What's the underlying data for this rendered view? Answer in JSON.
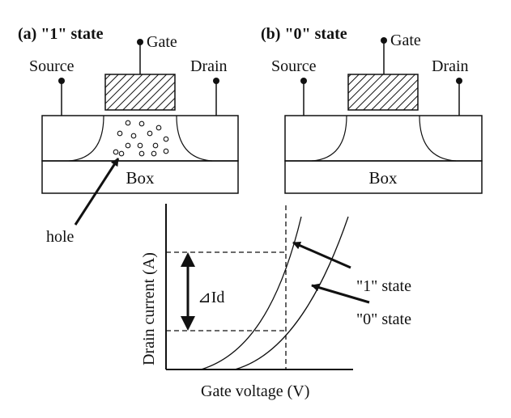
{
  "panel_a": {
    "label": "(a) \"1\" state",
    "gate": "Gate",
    "source": "Source",
    "drain": "Drain",
    "box": "Box",
    "hole": "hole"
  },
  "panel_b": {
    "label": "(b) \"0\" state",
    "gate": "Gate",
    "source": "Source",
    "drain": "Drain",
    "box": "Box"
  },
  "graph": {
    "ylabel": "Drain current (A)",
    "xlabel": "Gate voltage (V)",
    "delta": "Id",
    "delta_symbol": "⊿",
    "state1": "\"1\" state",
    "state0": "\"0\" state"
  },
  "colors": {
    "ink": "#111111",
    "background": "#ffffff"
  }
}
